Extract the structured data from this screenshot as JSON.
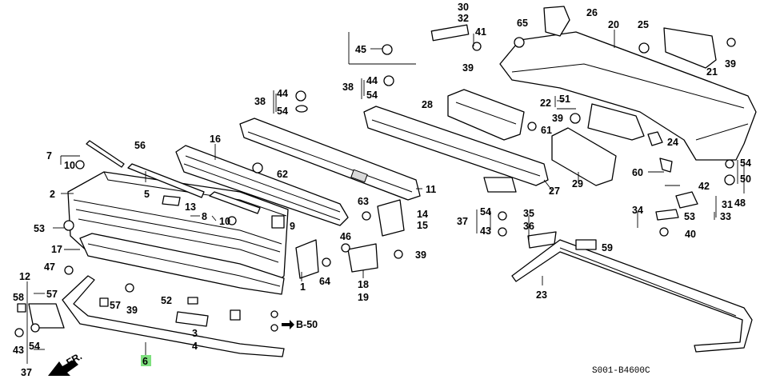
{
  "diagram": {
    "code": "S001-B4600C",
    "highlight_color": "#7ee07e",
    "callouts": {
      "c1": "1",
      "c2": "2",
      "c3": "3",
      "c4": "4",
      "c5": "5",
      "c6": "6",
      "c7": "7",
      "c8": "8",
      "c9": "9",
      "c10a": "10",
      "c10b": "10",
      "c11": "11",
      "c12": "12",
      "c13": "13",
      "c14": "14",
      "c15": "15",
      "c16": "16",
      "c17": "17",
      "c18": "18",
      "c19": "19",
      "c20": "20",
      "c21": "21",
      "c22": "22",
      "c23": "23",
      "c24": "24",
      "c25": "25",
      "c26": "26",
      "c27": "27",
      "c28": "28",
      "c29": "29",
      "c30": "30",
      "c31": "31",
      "c32": "32",
      "c33": "33",
      "c34": "34",
      "c35": "35",
      "c36": "36",
      "c37a": "37",
      "c37b": "37",
      "c38a": "38",
      "c38b": "38",
      "c39a": "39",
      "c39b": "39",
      "c39c": "39",
      "c39d": "39",
      "c39e": "39",
      "c40": "40",
      "c41": "41",
      "c42": "42",
      "c43a": "43",
      "c43b": "43",
      "c44a": "44",
      "c44b": "44",
      "c45": "45",
      "c46": "46",
      "c47": "47",
      "c48": "48",
      "c50": "50",
      "c51": "51",
      "c52": "52",
      "c53a": "53",
      "c53b": "53",
      "c54a": "54",
      "c54b": "54",
      "c54c": "54",
      "c54d": "54",
      "c54e": "54",
      "c56": "56",
      "c57a": "57",
      "c57b": "57",
      "c58": "58",
      "c59": "59",
      "c60": "60",
      "c61": "61",
      "c62": "62",
      "c63": "63",
      "c64": "64",
      "c65": "65"
    },
    "ref_label": "B-50",
    "direction_label": "FR."
  }
}
